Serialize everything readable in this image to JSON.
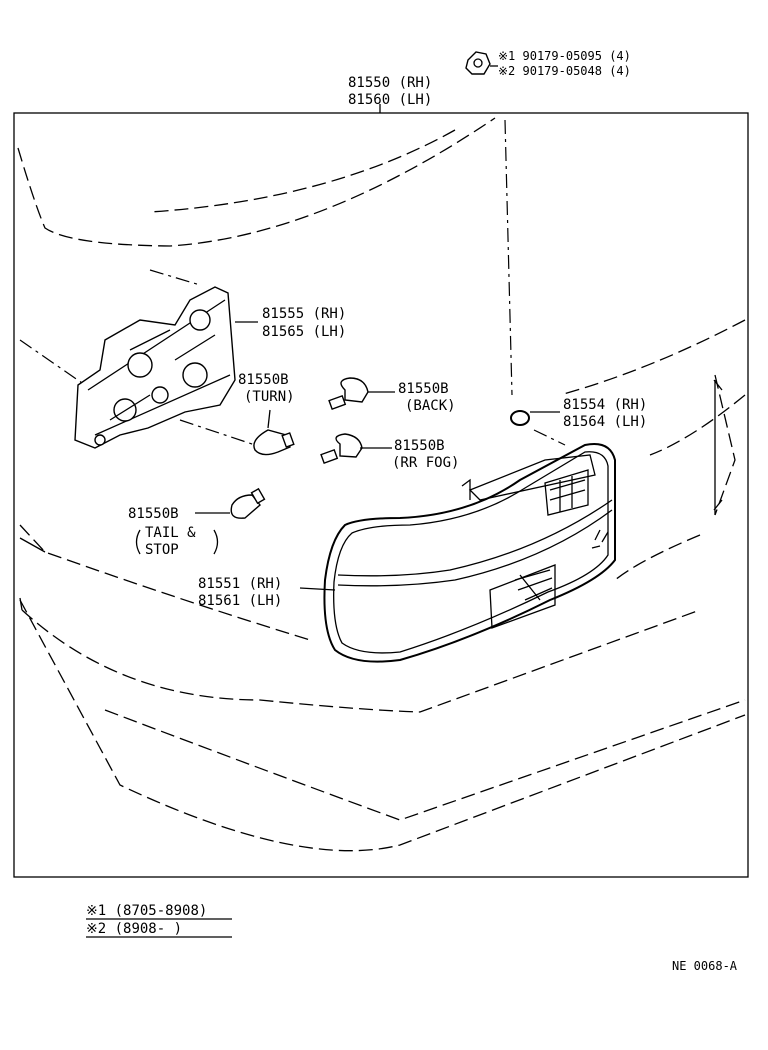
{
  "callouts": {
    "lamp_assy": {
      "rh": "81550 (RH)",
      "lh": "81560 (LH)"
    },
    "nut": {
      "line1": "※1 90179-05095 (4)",
      "line2": "※2 90179-05048 (4)"
    },
    "socket_plate": {
      "rh": "81555 (RH)",
      "lh": "81565 (LH)"
    },
    "bulb_turn": {
      "num": "81550B",
      "desc": "(TURN)"
    },
    "bulb_back": {
      "num": "81550B",
      "desc": "(BACK)"
    },
    "bulb_fog": {
      "num": "81550B",
      "desc": "(RR FOG)"
    },
    "bulb_tail": {
      "num": "81550B",
      "desc1": "TAIL &",
      "desc2": "STOP"
    },
    "gasket": {
      "rh": "81554 (RH)",
      "lh": "81564 (LH)"
    },
    "lens": {
      "rh": "81551 (RH)",
      "lh": "81561 (LH)"
    }
  },
  "footnotes": {
    "note1": "※1 (8705-8908)",
    "note2": "※2 (8908-      )"
  },
  "ref_code": "NE 0068-A"
}
